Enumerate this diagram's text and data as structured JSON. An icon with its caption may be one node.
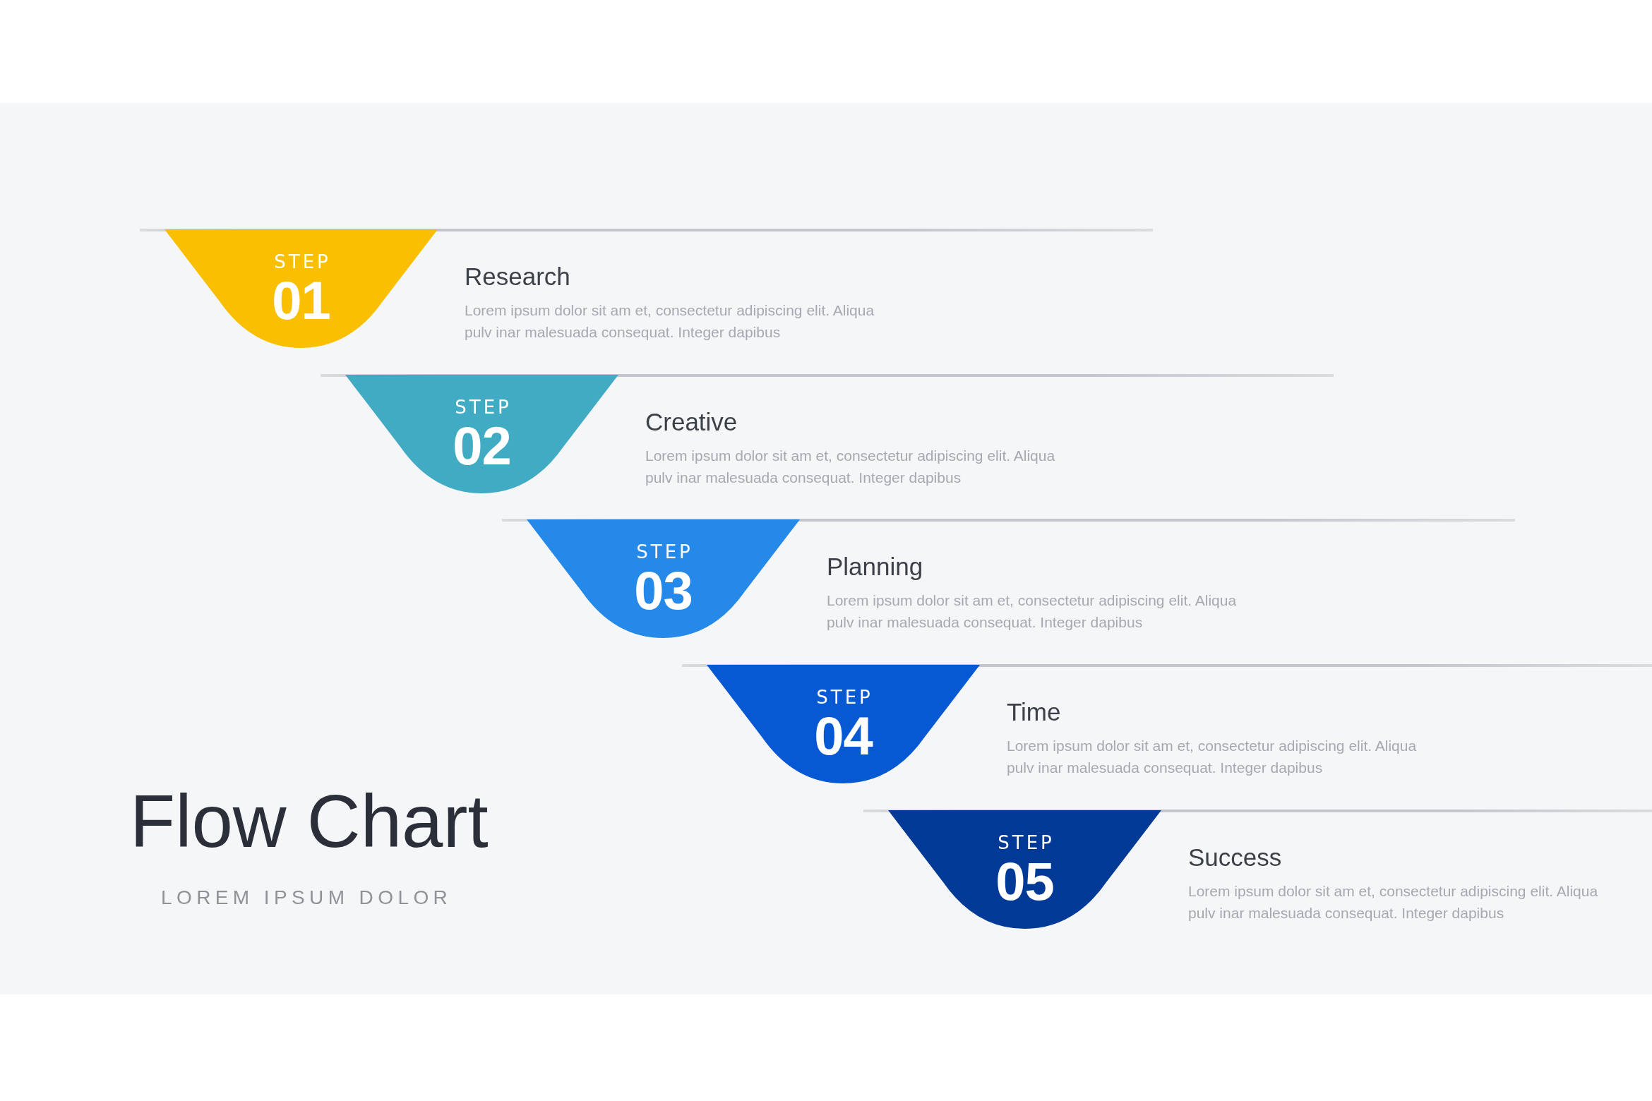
{
  "diagram": {
    "title": "Flow Chart",
    "nodes": [
      {
        "text": [
          "STEP",
          "01"
        ],
        "beside": [
          "Research",
          "Lorem ipsum dolor sit am et, consectetur adipiscing elit. Aliqua pulv inar malesuada consequat. Integer dapibus"
        ]
      },
      {
        "text": [
          "STEP",
          "02"
        ],
        "beside": [
          "Creative",
          "Lorem ipsum dolor sit am et, consectetur adipiscing elit. Aliqua pulv inar malesuada consequat. Integer dapibus"
        ]
      },
      {
        "text": [
          "STEP",
          "03"
        ],
        "beside": [
          "Planning",
          "Lorem ipsum dolor sit am et, consectetur adipiscing elit. Aliqua pulv inar malesuada consequat. Integer dapibus"
        ]
      },
      {
        "text": [
          "STEP",
          "04"
        ],
        "beside": [
          "Time",
          "Lorem ipsum dolor sit am et, consectetur adipiscing elit. Aliqua pulv inar malesuada consequat. Integer dapibus"
        ]
      },
      {
        "text": [
          "STEP",
          "05"
        ],
        "beside": [
          "Success",
          "Lorem ipsum dolor sit am et, consectetur adipiscing elit. Aliqua pulv inar malesuada consequat. Integer dapibus"
        ]
      }
    ],
    "labels": [
      "LOREM IPSUM DOLOR"
    ]
  }
}
